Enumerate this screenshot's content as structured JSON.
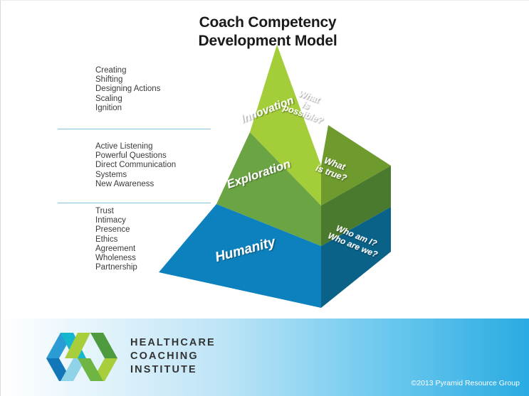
{
  "title": {
    "line1": "Coach Competency",
    "line2": "Development Model"
  },
  "competencies": {
    "innovation": [
      "Creating",
      "Shifting",
      "Designing Actions",
      "Scaling",
      "Ignition"
    ],
    "exploration": [
      "Active Listening",
      "Powerful Questions",
      "Direct Communication",
      "Systems",
      "New Awareness"
    ],
    "humanity": [
      "Trust",
      "Intimacy",
      "Presence",
      "Ethics",
      "Agreement",
      "Wholeness",
      "Partnership"
    ]
  },
  "pyramid": {
    "tiers": [
      {
        "name": "Innovation",
        "front_label": "Innovation",
        "side_label_lines": [
          "What",
          "is",
          "possible?"
        ],
        "front_color": "#A4CE39",
        "side_color": "#6E9A2E"
      },
      {
        "name": "Exploration",
        "front_label": "Exploration",
        "side_label_lines": [
          "What",
          "is true?"
        ],
        "front_color": "#6BA443",
        "side_color": "#4A7A2E"
      },
      {
        "name": "Humanity",
        "front_label": "Humanity",
        "side_label_lines": [
          "Who am I?",
          "Who are we?"
        ],
        "front_color": "#0C81BE",
        "side_color": "#0A6289"
      }
    ]
  },
  "footer": {
    "logo": {
      "line1": "HEALTHCARE",
      "line2": "COACHING",
      "line3": "INSTITUTE",
      "colors": {
        "blue_dark": "#1277B8",
        "blue_mid": "#2A9BD4",
        "cyan": "#17B6CF",
        "cyan_light": "#8ED3E8",
        "green_dark": "#4E9A3F",
        "green_mid": "#6FB544",
        "lime": "#A9CE3B",
        "lime_light": "#C3DE6A"
      }
    },
    "copyright": "©2013 Pyramid Resource Group",
    "accent_color": "#29ABE2"
  }
}
